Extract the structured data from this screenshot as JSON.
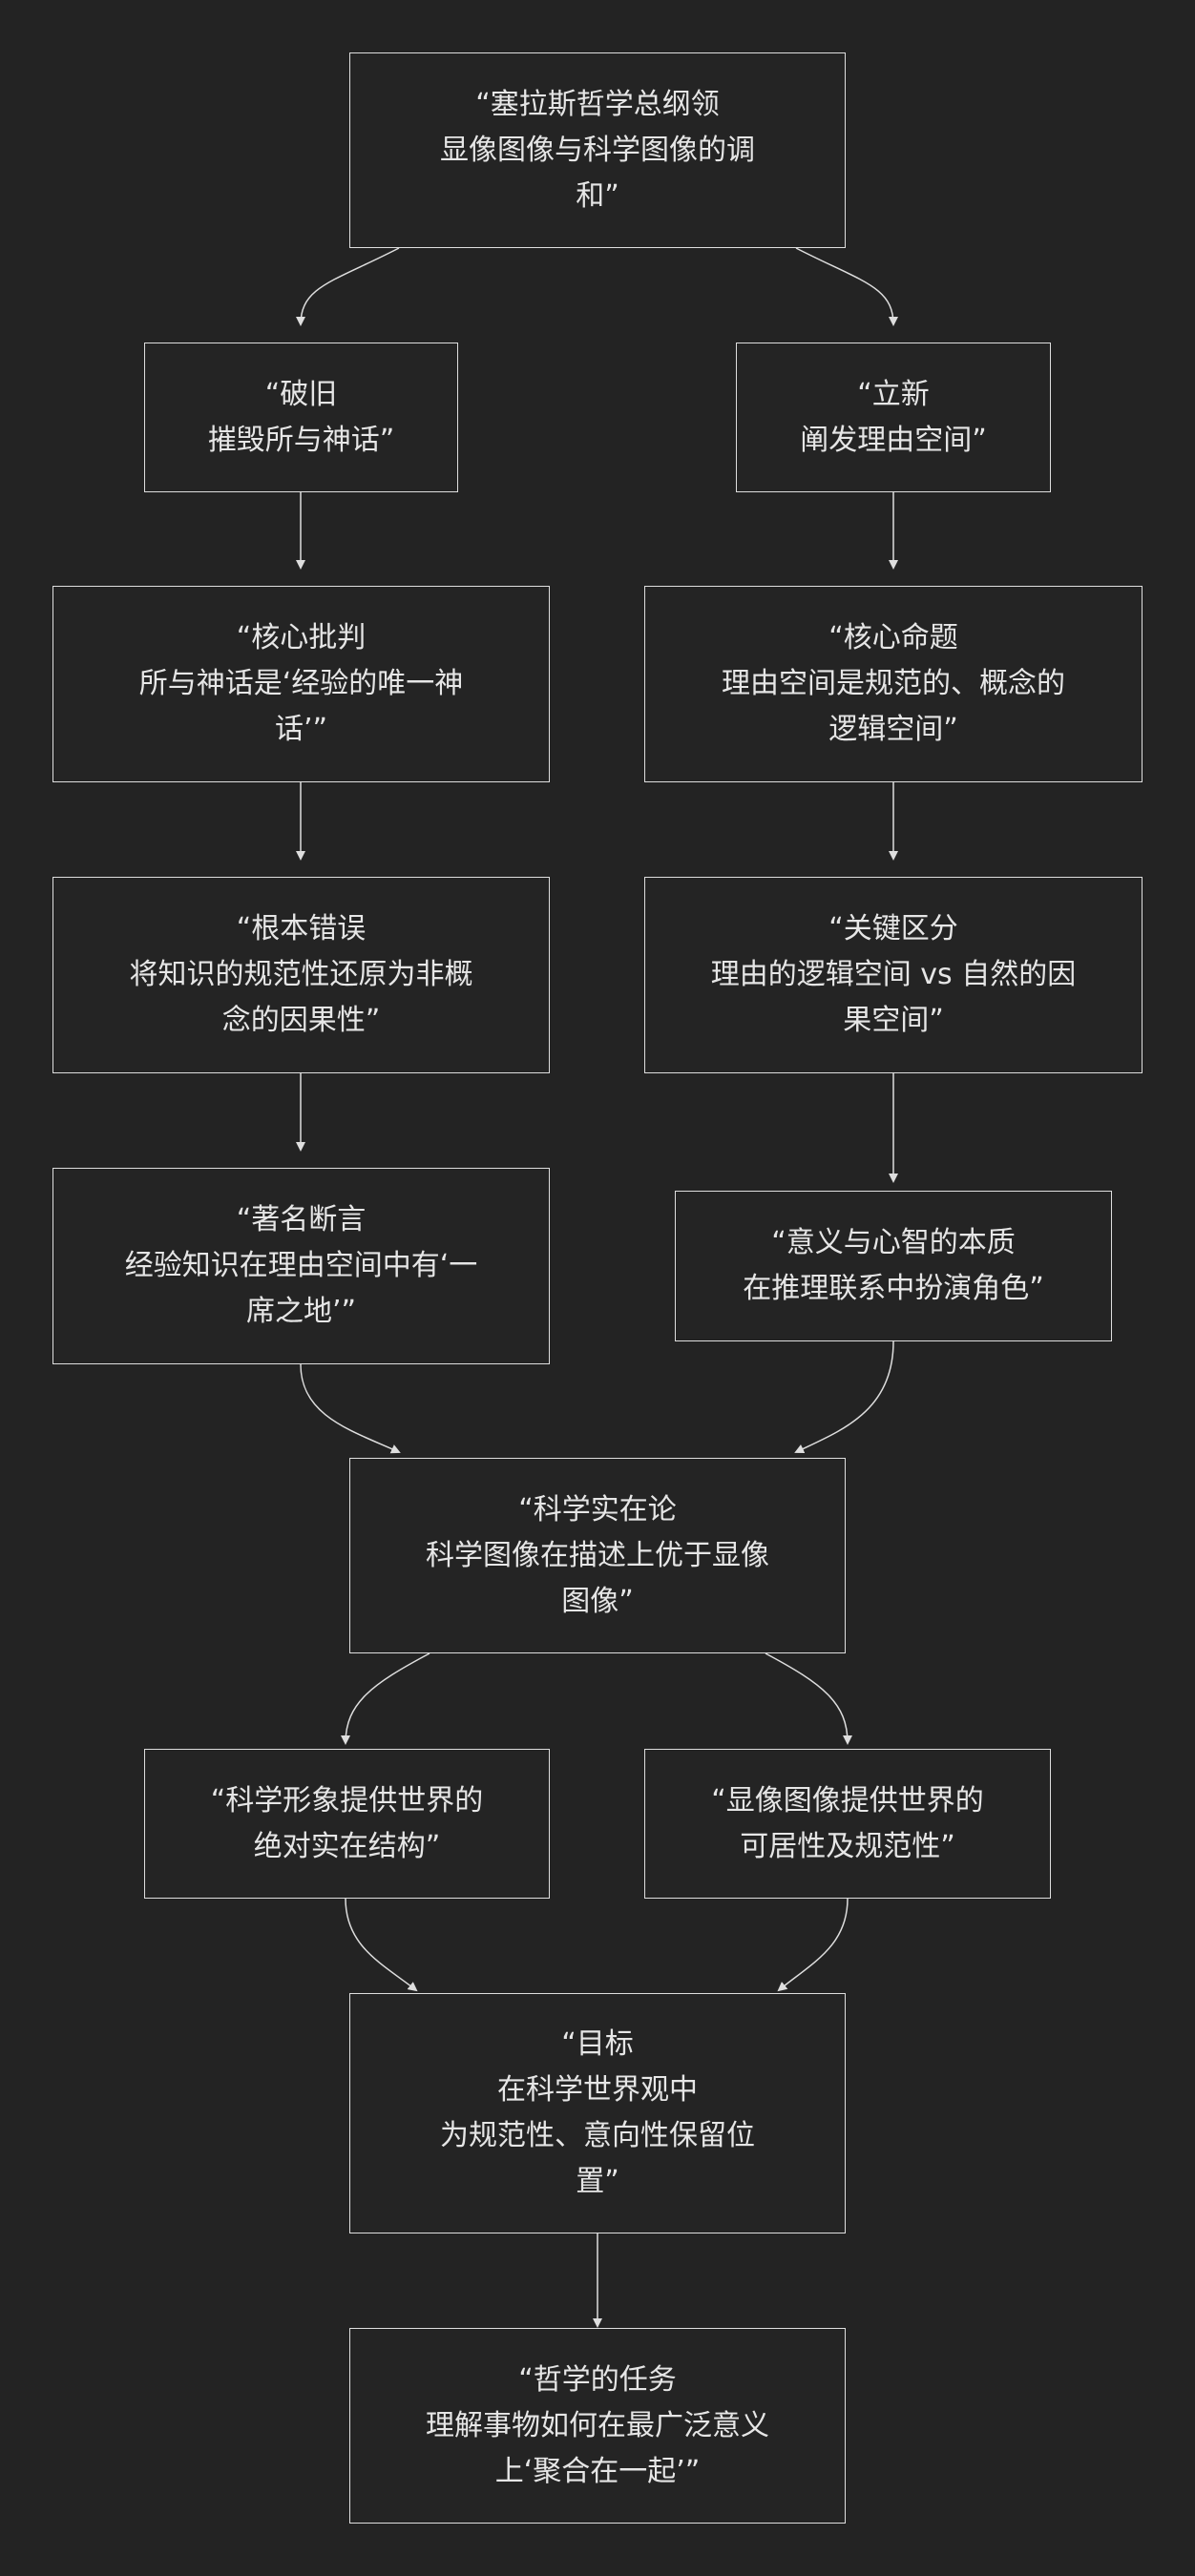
{
  "nodes": {
    "root": {
      "lines": [
        "“塞拉斯哲学总纲领",
        "显像图像与科学图像的调",
        "和”"
      ]
    },
    "broken": {
      "lines": [
        "“破旧",
        "摧毁所与神话”"
      ]
    },
    "build": {
      "lines": [
        "“立新",
        "阐发理由空间”"
      ]
    },
    "critique": {
      "lines": [
        "“核心批判",
        "所与神话是‘经验的唯一神",
        "话’”"
      ]
    },
    "thesis": {
      "lines": [
        "“核心命题",
        "理由空间是规范的、概念的",
        "逻辑空间”"
      ]
    },
    "error": {
      "lines": [
        "“根本错误",
        "将知识的规范性还原为非概",
        "念的因果性”"
      ]
    },
    "distinct": {
      "lines": [
        "“关键区分",
        "理由的逻辑空间 vs 自然的因",
        "果空间”"
      ]
    },
    "assert": {
      "lines": [
        "“著名断言",
        "经验知识在理由空间中有‘一",
        "席之地’”"
      ]
    },
    "mind": {
      "lines": [
        "“意义与心智的本质",
        "在推理联系中扮演角色”"
      ]
    },
    "realism": {
      "lines": [
        "“科学实在论",
        "科学图像在描述上优于显像",
        "图像”"
      ]
    },
    "sci_img": {
      "lines": [
        "“科学形象提供世界的",
        "绝对实在结构”"
      ]
    },
    "man_img": {
      "lines": [
        "“显像图像提供世界的",
        "可居性及规范性”"
      ]
    },
    "goal": {
      "lines": [
        "“目标",
        "在科学世界观中",
        "为规范性、意向性保留位",
        "置”"
      ]
    },
    "task": {
      "lines": [
        "“哲学的任务",
        "理解事物如何在最广泛意义",
        "上‘聚合在一起’”"
      ]
    }
  }
}
